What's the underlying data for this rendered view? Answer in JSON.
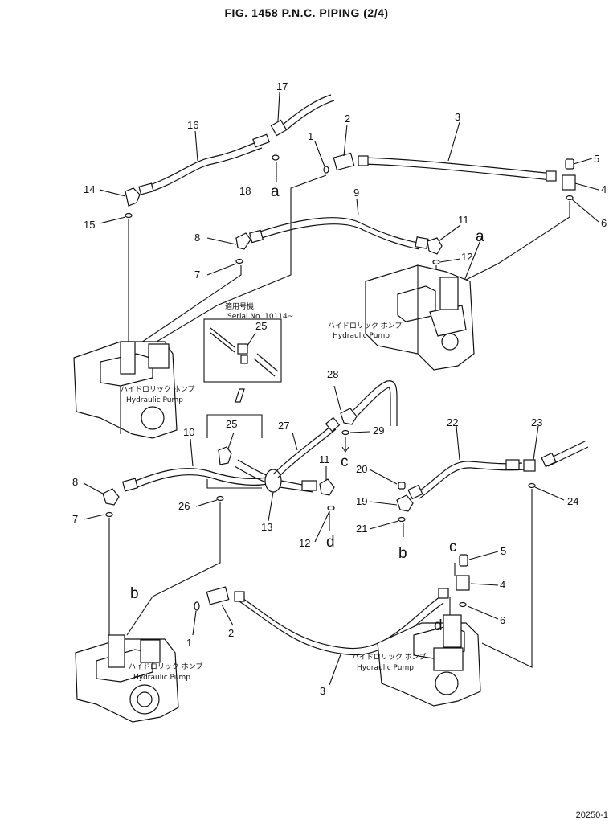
{
  "title": "FIG. 1458  P.N.C. PIPING (2/4)",
  "callouts": {
    "n1a": "1",
    "n2a": "2",
    "n3a": "3",
    "n4a": "4",
    "n5a": "5",
    "n6a": "6",
    "n7a": "7",
    "n8a": "8",
    "n9": "9",
    "n11a": "11",
    "n12a": "12",
    "n14": "14",
    "n15": "15",
    "n16": "16",
    "n17": "17",
    "n18": "18",
    "n25a": "25",
    "n25b": "25",
    "n10": "10",
    "n8b": "8",
    "n7b": "7",
    "n26": "26",
    "n13": "13",
    "n27": "27",
    "n28": "28",
    "n29": "29",
    "n11b": "11",
    "n12b": "12",
    "n20": "20",
    "n19": "19",
    "n21": "21",
    "n22": "22",
    "n23": "23",
    "n24": "24",
    "n5b": "5",
    "n4b": "4",
    "n6b": "6",
    "n1b": "1",
    "n2b": "2",
    "n3b": "3"
  },
  "letters": {
    "a1": "a",
    "a2": "a",
    "c1": "c",
    "d1": "d",
    "b1": "b",
    "b2": "b",
    "c2": "c",
    "d2": "d"
  },
  "serial_box": {
    "jp": "適用号機",
    "serial": "Serial No. 10114~"
  },
  "pumps": [
    {
      "jp": "ハイドロリック ホンプ",
      "en": "Hydraulic Pump"
    },
    {
      "jp": "ハイドロリック ホンプ",
      "en": "Hydraulic Pump"
    },
    {
      "jp": "ハイドロリック ホンプ",
      "en": "Hydraulic Pump"
    },
    {
      "jp": "ハイドロリック ホンプ",
      "en": "Hydraulic Pump"
    }
  ],
  "footer": "20250-1"
}
